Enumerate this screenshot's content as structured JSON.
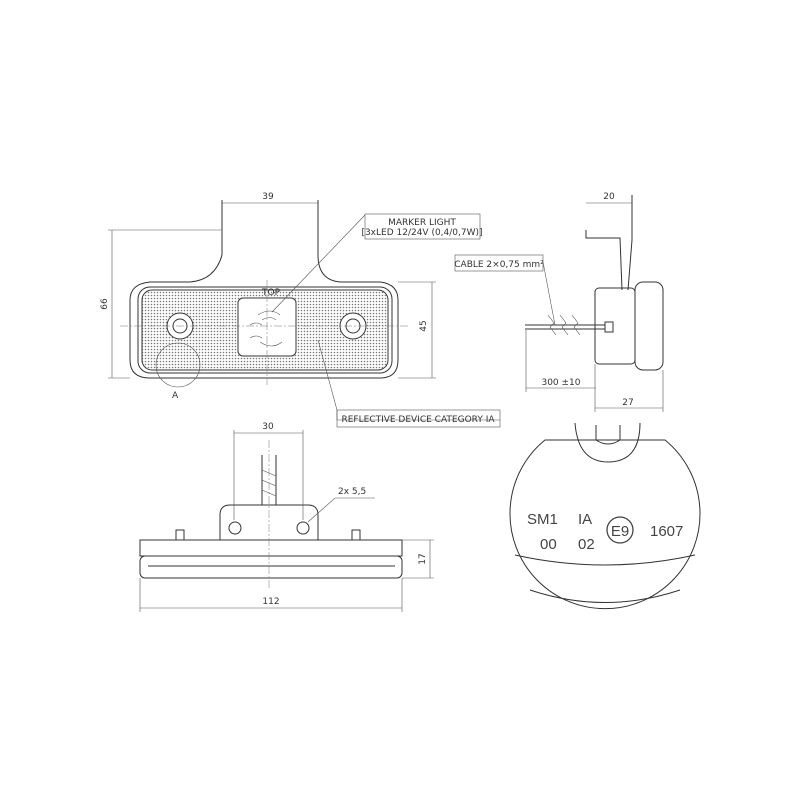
{
  "front_view": {
    "dim_width_top": "39",
    "dim_height_total": "66",
    "dim_height_body": "45",
    "top_label": "TOP",
    "detail_marker": "A"
  },
  "callouts": {
    "marker_light_line1": "MARKER LIGHT",
    "marker_light_line2": "[3xLED 12/24V (0,4/0,7W)]",
    "reflective": "REFLECTIVE DEVICE CATEGORY IA",
    "cable": "CABLE 2×0,75 mm²"
  },
  "side_view": {
    "dim_bracket": "20",
    "dim_cable_length": "300 ±10",
    "dim_depth": "27"
  },
  "bottom_view": {
    "dim_mount": "30",
    "dim_holes": "2x 5,5",
    "dim_height": "17",
    "dim_length": "112"
  },
  "detail_a": {
    "code1": "SM1",
    "code2": "IA",
    "approval": "E9",
    "number": "1607",
    "code3": "00",
    "code4": "02"
  }
}
